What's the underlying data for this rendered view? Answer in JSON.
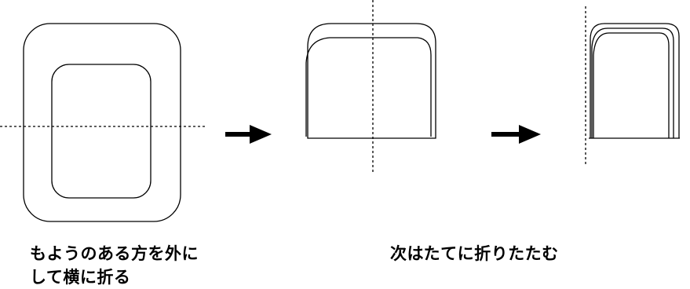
{
  "captions": {
    "step1": {
      "line1": "もようのある方を外に",
      "line2": "して横に折る"
    },
    "step2": {
      "line1": "次はたてに折りたたむ"
    }
  },
  "icons": {
    "arrow_1": "right-arrow-icon",
    "arrow_2": "right-arrow-icon"
  },
  "colors": {
    "line": "#000000",
    "background": "#ffffff"
  }
}
